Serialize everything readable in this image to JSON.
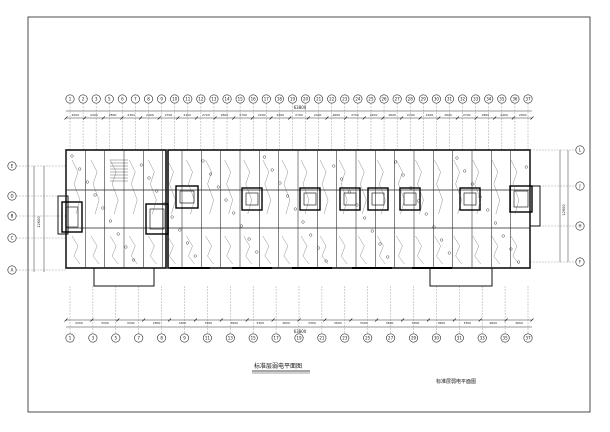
{
  "drawing": {
    "title_main": "标准层弱电平面图",
    "title_side": "标准层弱电平面图",
    "total_dim_top": "63800",
    "total_dim_bottom": "63800",
    "side_dim_left": "12600",
    "side_dim_right": "12600",
    "top_axes": [
      "1",
      "2",
      "3",
      "5",
      "6",
      "7",
      "8",
      "9",
      "10",
      "11",
      "12",
      "13",
      "14",
      "15",
      "16",
      "17",
      "18",
      "19",
      "20",
      "21",
      "22",
      "23",
      "24",
      "25",
      "26",
      "27",
      "28",
      "29",
      "30",
      "31",
      "32",
      "33",
      "34",
      "35",
      "36",
      "37"
    ],
    "bottom_axes": [
      "1",
      "3",
      "5",
      "7",
      "8",
      "9",
      "11",
      "13",
      "15",
      "17",
      "19",
      "21",
      "23",
      "25",
      "27",
      "29",
      "30",
      "31",
      "33",
      "35",
      "37"
    ],
    "left_axes": [
      "E",
      "D",
      "B",
      "C",
      "A"
    ],
    "right_axes": [
      "L",
      "J",
      "H",
      "F"
    ],
    "top_dims": [
      "2000",
      "2400",
      "2800",
      "2300",
      "2400",
      "2700",
      "2400",
      "2700",
      "2600",
      "2700",
      "2400",
      "2600",
      "2700",
      "2400",
      "2600",
      "2700",
      "2400",
      "2600",
      "2700",
      "2400",
      "2600",
      "2700",
      "2800",
      "2400",
      "2000"
    ],
    "bottom_dims": [
      "2200",
      "3300",
      "3300",
      "2800",
      "3400",
      "3300",
      "3600",
      "3300",
      "3600",
      "3300",
      "3600",
      "3300",
      "3600",
      "3300",
      "3600",
      "3300",
      "4600",
      "3600"
    ]
  }
}
